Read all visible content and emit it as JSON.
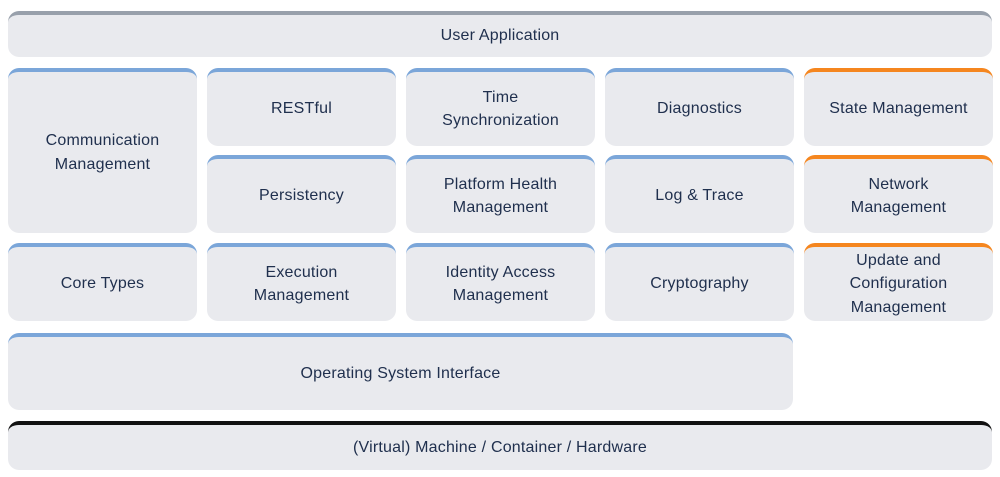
{
  "colors": {
    "blue_accent": "#7ba6d9",
    "orange_accent": "#f5861f",
    "gray_accent": "#98a0ab",
    "black_accent": "#111111",
    "box_fill": "#e9eaee",
    "text": "#20304e"
  },
  "layers": {
    "user_application": {
      "label": "User Application",
      "accent": "gray"
    },
    "operating_system_interface": {
      "label": "Operating System Interface",
      "accent": "blue"
    },
    "machine_container_hardware": {
      "label": "(Virtual) Machine / Container / Hardware",
      "accent": "black"
    }
  },
  "modules": [
    {
      "label": "Communication Management",
      "accent": "blue"
    },
    {
      "label": "RESTful",
      "accent": "blue"
    },
    {
      "label": "Time Synchronization",
      "accent": "blue"
    },
    {
      "label": "Diagnostics",
      "accent": "blue"
    },
    {
      "label": "State Management",
      "accent": "orange"
    },
    {
      "label": "Persistency",
      "accent": "blue"
    },
    {
      "label": "Platform Health Management",
      "accent": "blue"
    },
    {
      "label": "Log & Trace",
      "accent": "blue"
    },
    {
      "label": "Network Management",
      "accent": "orange"
    },
    {
      "label": "Core Types",
      "accent": "blue"
    },
    {
      "label": "Execution Management",
      "accent": "blue"
    },
    {
      "label": "Identity Access Management",
      "accent": "blue"
    },
    {
      "label": "Cryptography",
      "accent": "blue"
    },
    {
      "label": "Update and Configuration Management",
      "accent": "orange"
    }
  ]
}
